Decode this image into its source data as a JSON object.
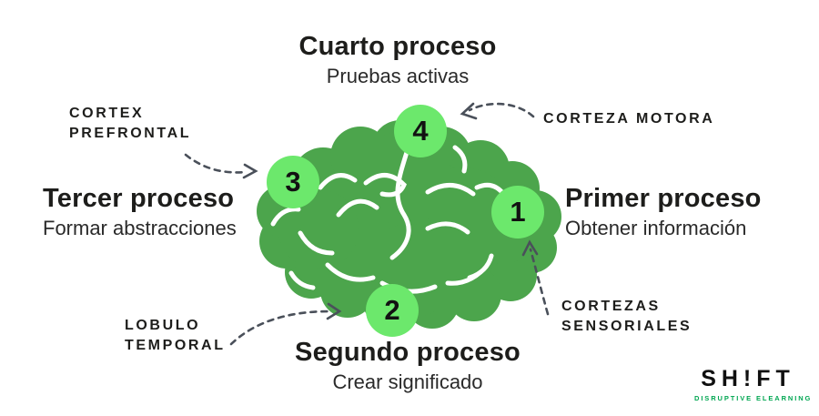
{
  "colors": {
    "brain_green": "#4ca54c",
    "marker_green": "#6ce86c",
    "text_dark": "#1d1d1b",
    "arrow_gray": "#4a505a",
    "logo_green": "#00a651",
    "background": "#ffffff"
  },
  "blocks": {
    "cuarto": {
      "title": "Cuarto proceso",
      "subtitle": "Pruebas activas"
    },
    "tercer": {
      "title": "Tercer proceso",
      "subtitle": "Formar abstracciones"
    },
    "primer": {
      "title": "Primer proceso",
      "subtitle": "Obtener información"
    },
    "segundo": {
      "title": "Segundo proceso",
      "subtitle": "Crear significado"
    }
  },
  "region_labels": {
    "cortex_prefrontal_line1": "CORTEX",
    "cortex_prefrontal_line2": "PREFRONTAL",
    "corteza_motora": "CORTEZA MOTORA",
    "cortezas_sensoriales_line1": "CORTEZAS",
    "cortezas_sensoriales_line2": "SENSORIALES",
    "lobulo_temporal_line1": "LOBULO",
    "lobulo_temporal_line2": "TEMPORAL"
  },
  "markers": {
    "one": "1",
    "two": "2",
    "three": "3",
    "four": "4"
  },
  "logo": {
    "wordmark": "SH!FT",
    "tagline": "DISRUPTIVE ELEARNING"
  }
}
